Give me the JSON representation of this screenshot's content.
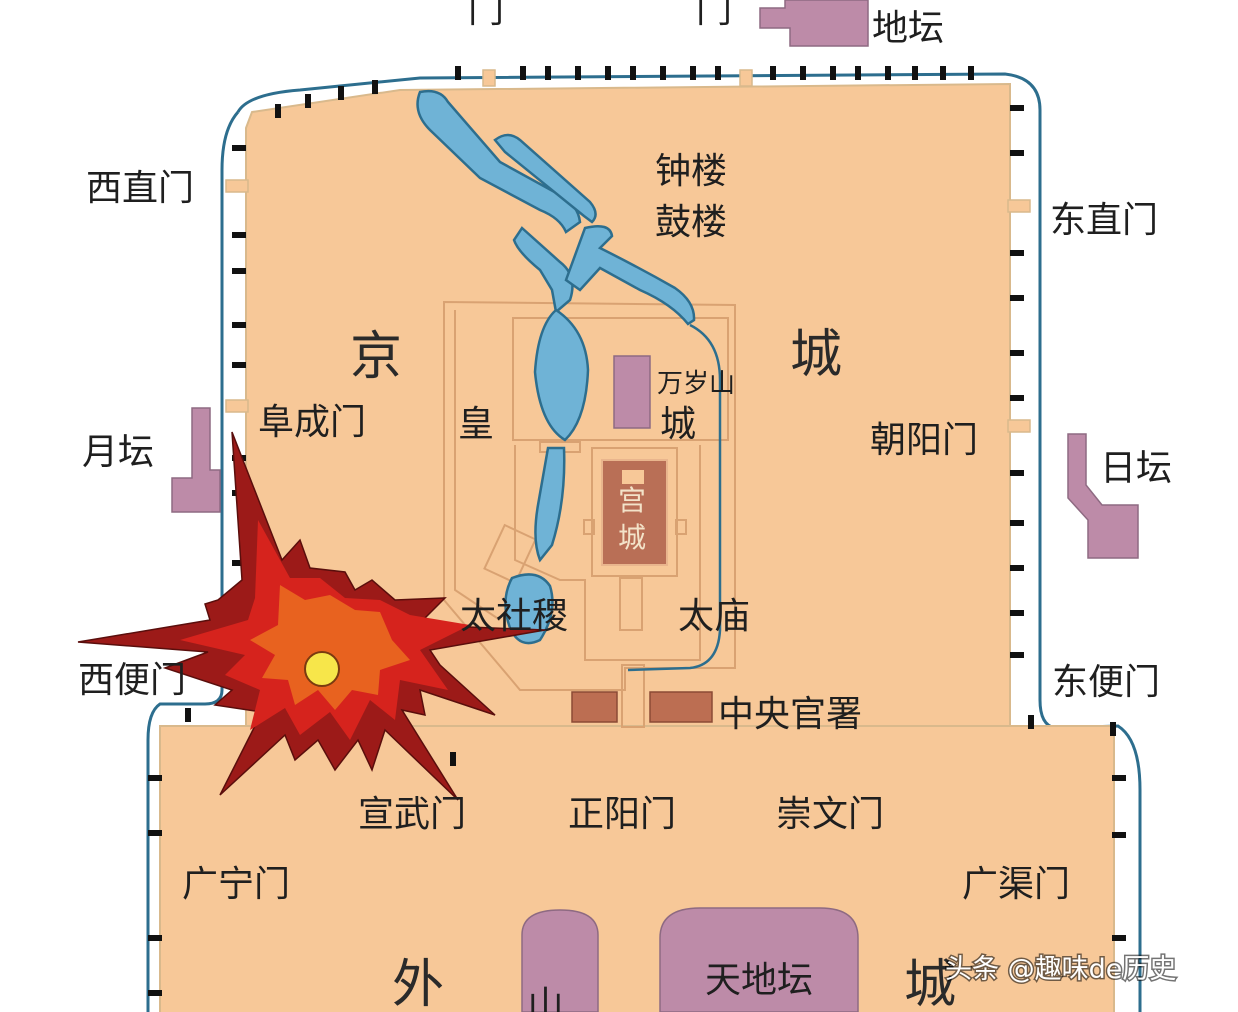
{
  "colors": {
    "city_fill": "#f7c898",
    "wall_line": "#d9b98c",
    "moat": "#2d6e8e",
    "water": "#6fb3d6",
    "altar": "#bd8ba8",
    "palace": "#b96f56",
    "office": "#bc6e52",
    "explosion_outer": "#9c1a18",
    "explosion_mid": "#d6231d",
    "explosion_inner": "#e8621f",
    "explosion_core": "#f7e64a"
  },
  "inner_city": {
    "title_left": "京",
    "title_right": "城",
    "gates": {
      "xizhimen": "西直门",
      "dongzhimen": "东直门",
      "fuchengmen": "阜成门",
      "chaoyangmen": "朝阳门",
      "xibianmen": "西便门",
      "dongbianmen": "东便门",
      "xuanwumen": "宣武门",
      "zhengyangmen": "正阳门",
      "chongwenmen": "崇文门",
      "north_left": "门",
      "north_right": "门"
    },
    "landmarks": {
      "bell_tower": "钟楼",
      "drum_tower": "鼓楼",
      "wansuishan": "万岁山",
      "taisheji": "太社稷",
      "taimiao": "太庙",
      "central_offices": "中央官署"
    },
    "imperial_city": {
      "char_1": "皇",
      "char_2": "城"
    },
    "palace_city": {
      "char_1": "宫",
      "char_2": "城"
    }
  },
  "altars": {
    "ditan": "地坛",
    "yuetan": "月坛",
    "ritan": "日坛"
  },
  "outer_city": {
    "title_left": "外",
    "title_right": "城",
    "gates": {
      "guangningmen": "广宁门",
      "guangqumen": "广渠门"
    },
    "shanchuan": "山川",
    "tiantan": "天地坛"
  },
  "watermark": "头条 @趣味de历史"
}
